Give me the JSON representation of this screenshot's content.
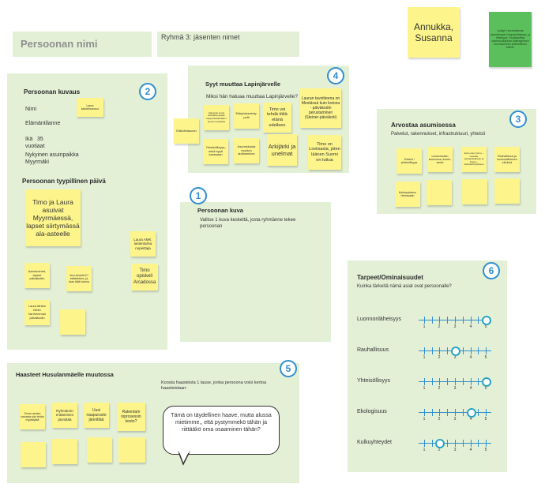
{
  "top": {
    "persona_name_placeholder": "Persoonan nimi",
    "group_members_label": "Ryhmä 3: jäsenten nimet",
    "member_note": "Annukka, Susanna",
    "green_note": "Lisätyt: Huomioitavaa asumisessa! Kaupunkilaiysys, ja läheisyys. Huolestuttaa rakennuskannan ikääntymisen huomioiminen yhteisöllinen elämä."
  },
  "section2": {
    "badge": "2",
    "title": "Persoonan kuvaus",
    "name_label": "Nimi",
    "name_note": "Laura kahdeksanvuo",
    "life_label": "Elämäntilanne",
    "age_label": "Ikä",
    "age_value": "35",
    "age_unit": "vuotiaat",
    "current_label": "Nykyinen asuinpaikka",
    "current_value": "Myyrmäki",
    "day_title": "Persoonan tyypillinen päivä",
    "notes": {
      "main": "Timo ja Laura asuivat Myyrmäessä, lapset siirtymässä ala-asteelle",
      "n1": "Laura AMK: lastentarha nopeittaja",
      "n2": "Aamutoimet, lapset päiväkotiin",
      "n3": "Vero-tiedotit K7 etäelektrivo, ja taas töitä kotona",
      "n4": "Timo opiskeli Arcadossa",
      "n5": "Laura lähtee töihin Vanhemman päiväkodin",
      "n6": ""
    }
  },
  "section4": {
    "badge": "4",
    "title": "Syyt muuttaa Lapinjärvelle",
    "question": "Miksi hän haluaa muuttaa Lapinjärvelle?",
    "notes": {
      "left": "Elämäntasoon",
      "a": "Halusivat oman rauhallisempaan kaupunkielämäänn luonnon keskelle",
      "b": "Etätyöskentely: pelti",
      "c": "Timo voi tehdä töitä etänä edelleen",
      "d": "Lauran tavoitteena on Mestässä kuin kotona - päiväkodin perustaminen (Steiner-päiväkoti)",
      "e": "Yhteisöllisyys, sekä syyä kanssaan",
      "f": "Asumiskusta muuton aloittaminen",
      "g": "Arkijärki ja unelmat",
      "h": "Timo on Loviisasta, joten läänen Suomi on tuttua"
    }
  },
  "section3": {
    "badge": "3",
    "title": "Arvostaa asumisessa",
    "subtitle": "Palvelut, rakennukset, infrastruktuuri, yhteisö",
    "notes": {
      "a": "Yhteisö / yhteisöllisyys",
      "b": "Luonnossaen luonnossa, luonto-sesiis",
      "c": "Ecco osto Korvo – Lauralle perhepäivähoito ja Koulu-– Vanhatöitmipisteen",
      "d": "Rauhallisuus ja luonnonläheinen elä ämä",
      "e": "Kehtopalvelun Herrasakin",
      "f": "",
      "g": "",
      "h": ""
    }
  },
  "section1": {
    "badge": "1",
    "title": "Persoonan kuva",
    "desc": "Valitse 1 kuva keskeltä, josta ryhmänne tekee persoonan"
  },
  "section6": {
    "badge": "6",
    "title": "Tarpeet/Ominaisuudet",
    "question": "Kuinka tärkeitä nämä asiat ovat persoonalle?",
    "scale_labels": [
      "1",
      "2",
      "3",
      "4",
      "5"
    ],
    "items": [
      {
        "label": "Luonnonläheisyys",
        "value": 5
      },
      {
        "label": "Rauhallisuus",
        "value": 3
      },
      {
        "label": "Yhteisöllisyys",
        "value": 5
      },
      {
        "label": "Ekologisuus",
        "value": 4
      },
      {
        "label": "Kulkuyhteydet",
        "value": 2
      }
    ]
  },
  "section5": {
    "badge": "5",
    "title": "Haasteet Husulanmäelle muutossa",
    "instruction": "Koosta haasteista 1 lause, jonka persoona voisi kertoa haasteistaan:",
    "quote": "Tämä on täydellinen haave, mutta alussa mietimme,, että pystymmekö tähän ja riittääkö oma osaaminen tähän?",
    "notes": {
      "a": "Oman asuten vanassa sän tehän myyttäytää",
      "b": "Ryhmäroin erittäminen jännittää",
      "c": "Uusi naapurusto jännittää",
      "d": "Rakentam inprosessin kesto?",
      "e": "",
      "f": "",
      "g": "",
      "h": ""
    }
  }
}
